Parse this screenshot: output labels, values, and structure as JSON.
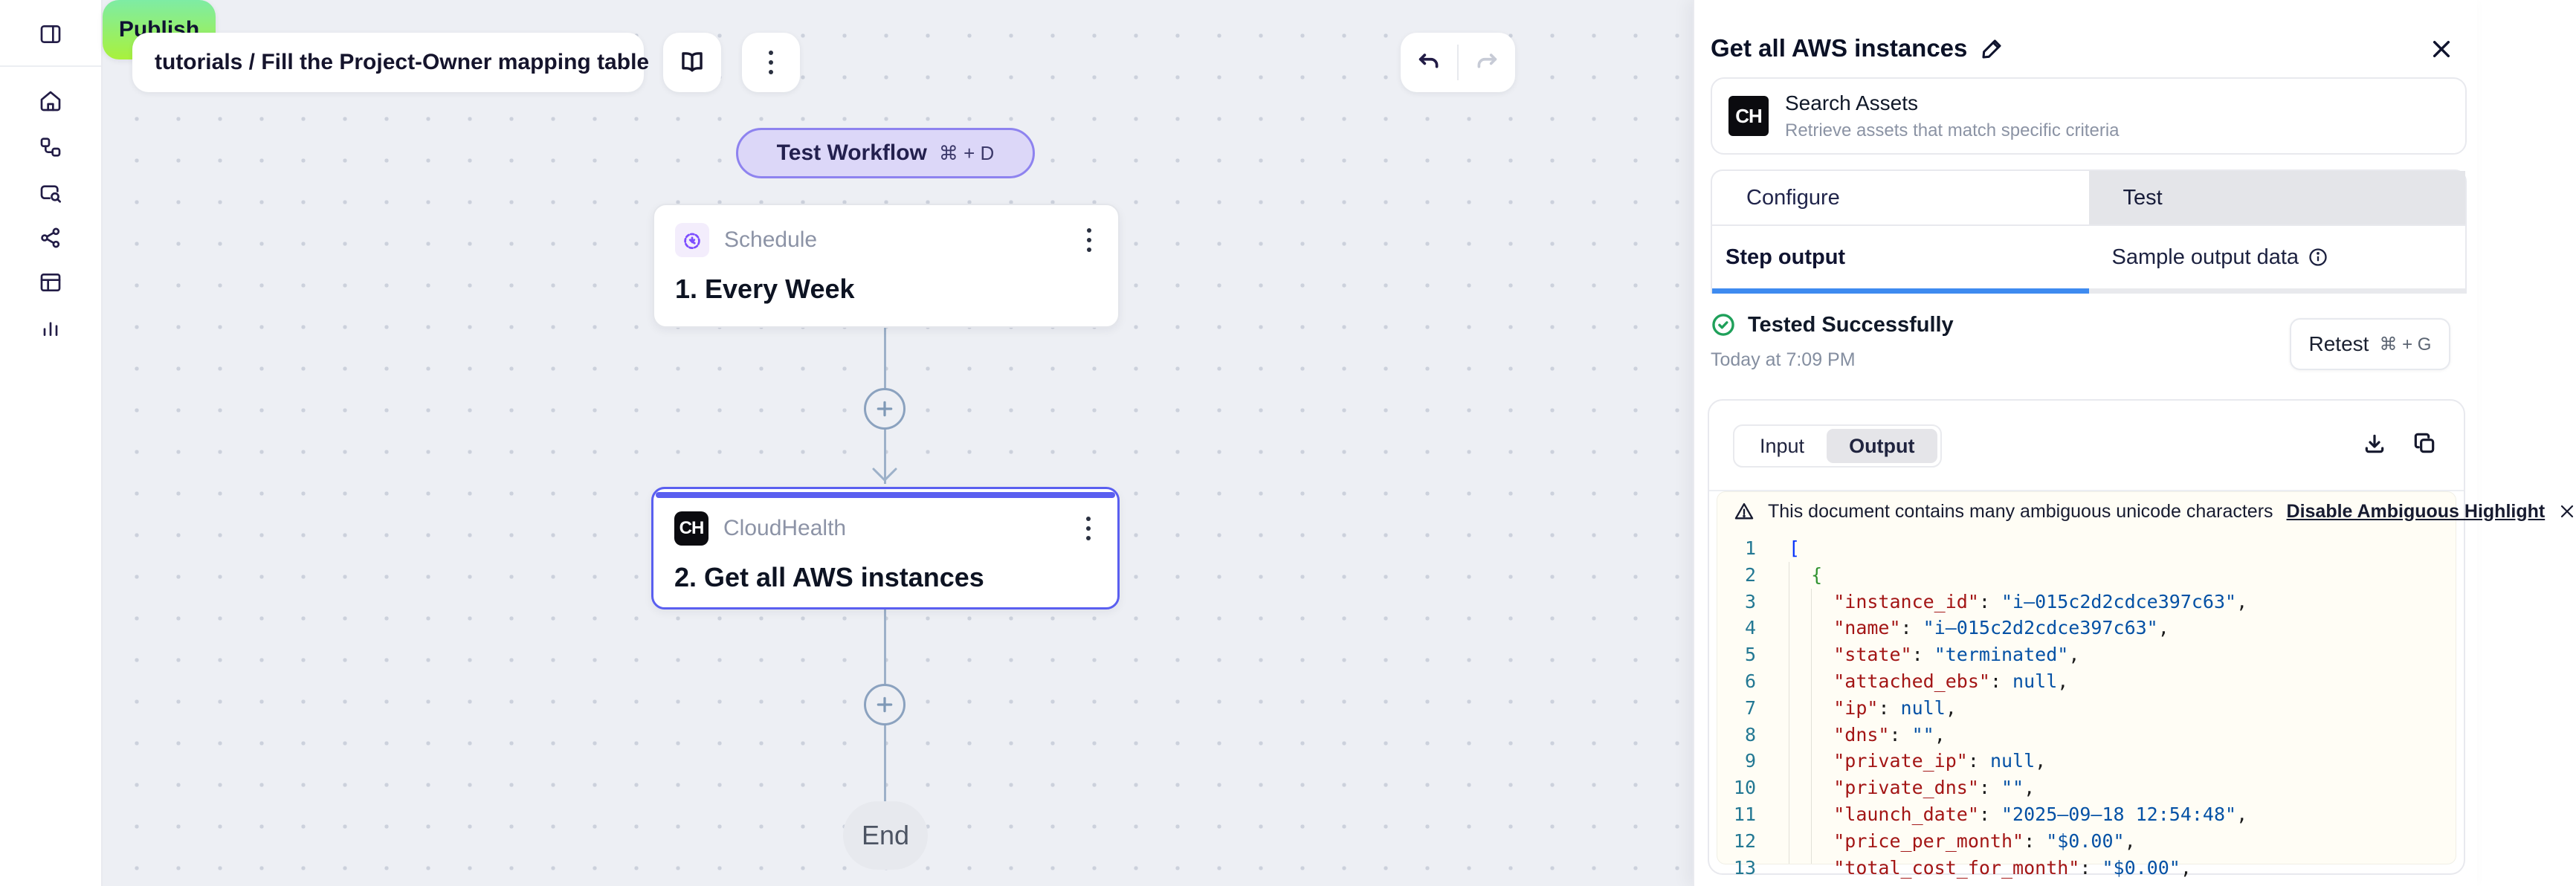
{
  "app": {
    "breadcrumb": "tutorials / Fill the Project-Owner mapping table",
    "publish_label": "Publish",
    "test_workflow_label": "Test Workflow",
    "test_workflow_shortcut": "⌘ + D"
  },
  "sidebar": {
    "icons": [
      "panel-toggle",
      "home",
      "workflows",
      "browse",
      "share",
      "tables",
      "analytics"
    ]
  },
  "canvas": {
    "nodes": [
      {
        "type_label": "Schedule",
        "title": "1. Every Week"
      },
      {
        "type_label": "CloudHealth",
        "icon_text": "CH",
        "title": "2. Get all AWS instances"
      }
    ],
    "end_label": "End"
  },
  "panel": {
    "title": "Get all AWS instances",
    "action": {
      "icon_text": "CH",
      "name": "Search Assets",
      "description": "Retrieve assets that match specific criteria"
    },
    "tabs": {
      "configure": "Configure",
      "test": "Test"
    },
    "subtabs": {
      "step_output": "Step output",
      "sample_output": "Sample output data"
    },
    "test_status": {
      "status": "Tested Successfully",
      "timestamp": "Today at 7:09 PM",
      "retest_label": "Retest",
      "retest_shortcut": "⌘ + G"
    },
    "output": {
      "toggle": {
        "input": "Input",
        "output": "Output"
      },
      "banner": {
        "message": "This document contains many ambiguous unicode characters",
        "link": "Disable Ambiguous Highlight"
      },
      "code": {
        "lines": [
          {
            "n": 1,
            "tokens": [
              {
                "c": "b1",
                "t": "["
              }
            ]
          },
          {
            "n": 2,
            "tokens": [
              {
                "c": "d",
                "t": "  "
              },
              {
                "c": "b2",
                "t": "{"
              }
            ]
          },
          {
            "n": 3,
            "tokens": [
              {
                "c": "d",
                "t": "    "
              },
              {
                "c": "k",
                "t": "\"instance_id\""
              },
              {
                "c": "d",
                "t": ": "
              },
              {
                "c": "s",
                "t": "\"i–015c2d2cdce397c63\""
              },
              {
                "c": "d",
                "t": ","
              }
            ]
          },
          {
            "n": 4,
            "tokens": [
              {
                "c": "d",
                "t": "    "
              },
              {
                "c": "k",
                "t": "\"name\""
              },
              {
                "c": "d",
                "t": ": "
              },
              {
                "c": "s",
                "t": "\"i–015c2d2cdce397c63\""
              },
              {
                "c": "d",
                "t": ","
              }
            ]
          },
          {
            "n": 5,
            "tokens": [
              {
                "c": "d",
                "t": "    "
              },
              {
                "c": "k",
                "t": "\"state\""
              },
              {
                "c": "d",
                "t": ": "
              },
              {
                "c": "s",
                "t": "\"terminated\""
              },
              {
                "c": "d",
                "t": ","
              }
            ]
          },
          {
            "n": 6,
            "tokens": [
              {
                "c": "d",
                "t": "    "
              },
              {
                "c": "k",
                "t": "\"attached_ebs\""
              },
              {
                "c": "d",
                "t": ": "
              },
              {
                "c": "kw",
                "t": "null"
              },
              {
                "c": "d",
                "t": ","
              }
            ]
          },
          {
            "n": 7,
            "tokens": [
              {
                "c": "d",
                "t": "    "
              },
              {
                "c": "k",
                "t": "\"ip\""
              },
              {
                "c": "d",
                "t": ": "
              },
              {
                "c": "kw",
                "t": "null"
              },
              {
                "c": "d",
                "t": ","
              }
            ]
          },
          {
            "n": 8,
            "tokens": [
              {
                "c": "d",
                "t": "    "
              },
              {
                "c": "k",
                "t": "\"dns\""
              },
              {
                "c": "d",
                "t": ": "
              },
              {
                "c": "s",
                "t": "\"\""
              },
              {
                "c": "d",
                "t": ","
              }
            ]
          },
          {
            "n": 9,
            "tokens": [
              {
                "c": "d",
                "t": "    "
              },
              {
                "c": "k",
                "t": "\"private_ip\""
              },
              {
                "c": "d",
                "t": ": "
              },
              {
                "c": "kw",
                "t": "null"
              },
              {
                "c": "d",
                "t": ","
              }
            ]
          },
          {
            "n": 10,
            "tokens": [
              {
                "c": "d",
                "t": "    "
              },
              {
                "c": "k",
                "t": "\"private_dns\""
              },
              {
                "c": "d",
                "t": ": "
              },
              {
                "c": "s",
                "t": "\"\""
              },
              {
                "c": "d",
                "t": ","
              }
            ]
          },
          {
            "n": 11,
            "tokens": [
              {
                "c": "d",
                "t": "    "
              },
              {
                "c": "k",
                "t": "\"launch_date\""
              },
              {
                "c": "d",
                "t": ": "
              },
              {
                "c": "s",
                "t": "\"2025–09–18 12:54:48\""
              },
              {
                "c": "d",
                "t": ","
              }
            ]
          },
          {
            "n": 12,
            "tokens": [
              {
                "c": "d",
                "t": "    "
              },
              {
                "c": "k",
                "t": "\"price_per_month\""
              },
              {
                "c": "d",
                "t": ": "
              },
              {
                "c": "s",
                "t": "\"$0.00\""
              },
              {
                "c": "d",
                "t": ","
              }
            ]
          },
          {
            "n": 13,
            "tokens": [
              {
                "c": "d",
                "t": "    "
              },
              {
                "c": "k",
                "t": "\"total_cost_for_month\""
              },
              {
                "c": "d",
                "t": ": "
              },
              {
                "c": "s",
                "t": "\"$0.00\""
              },
              {
                "c": "d",
                "t": ","
              }
            ]
          }
        ]
      }
    }
  },
  "colors": {
    "accent_selected_node": "#5a5ff0",
    "test_pill_bg": "#dcd7f8",
    "test_pill_border": "#8e83ef",
    "publish_gradient_top": "#7eeca4",
    "publish_gradient_bottom": "#a9f13c",
    "success_green": "#1fa05a",
    "subtab_active_blue": "#3e8bf0",
    "code_key": "#a31515",
    "code_string": "#0451a5",
    "code_bracket1": "#0431fa",
    "code_bracket2": "#319331",
    "code_line_number": "#237893",
    "connector": "#9db1c9"
  }
}
